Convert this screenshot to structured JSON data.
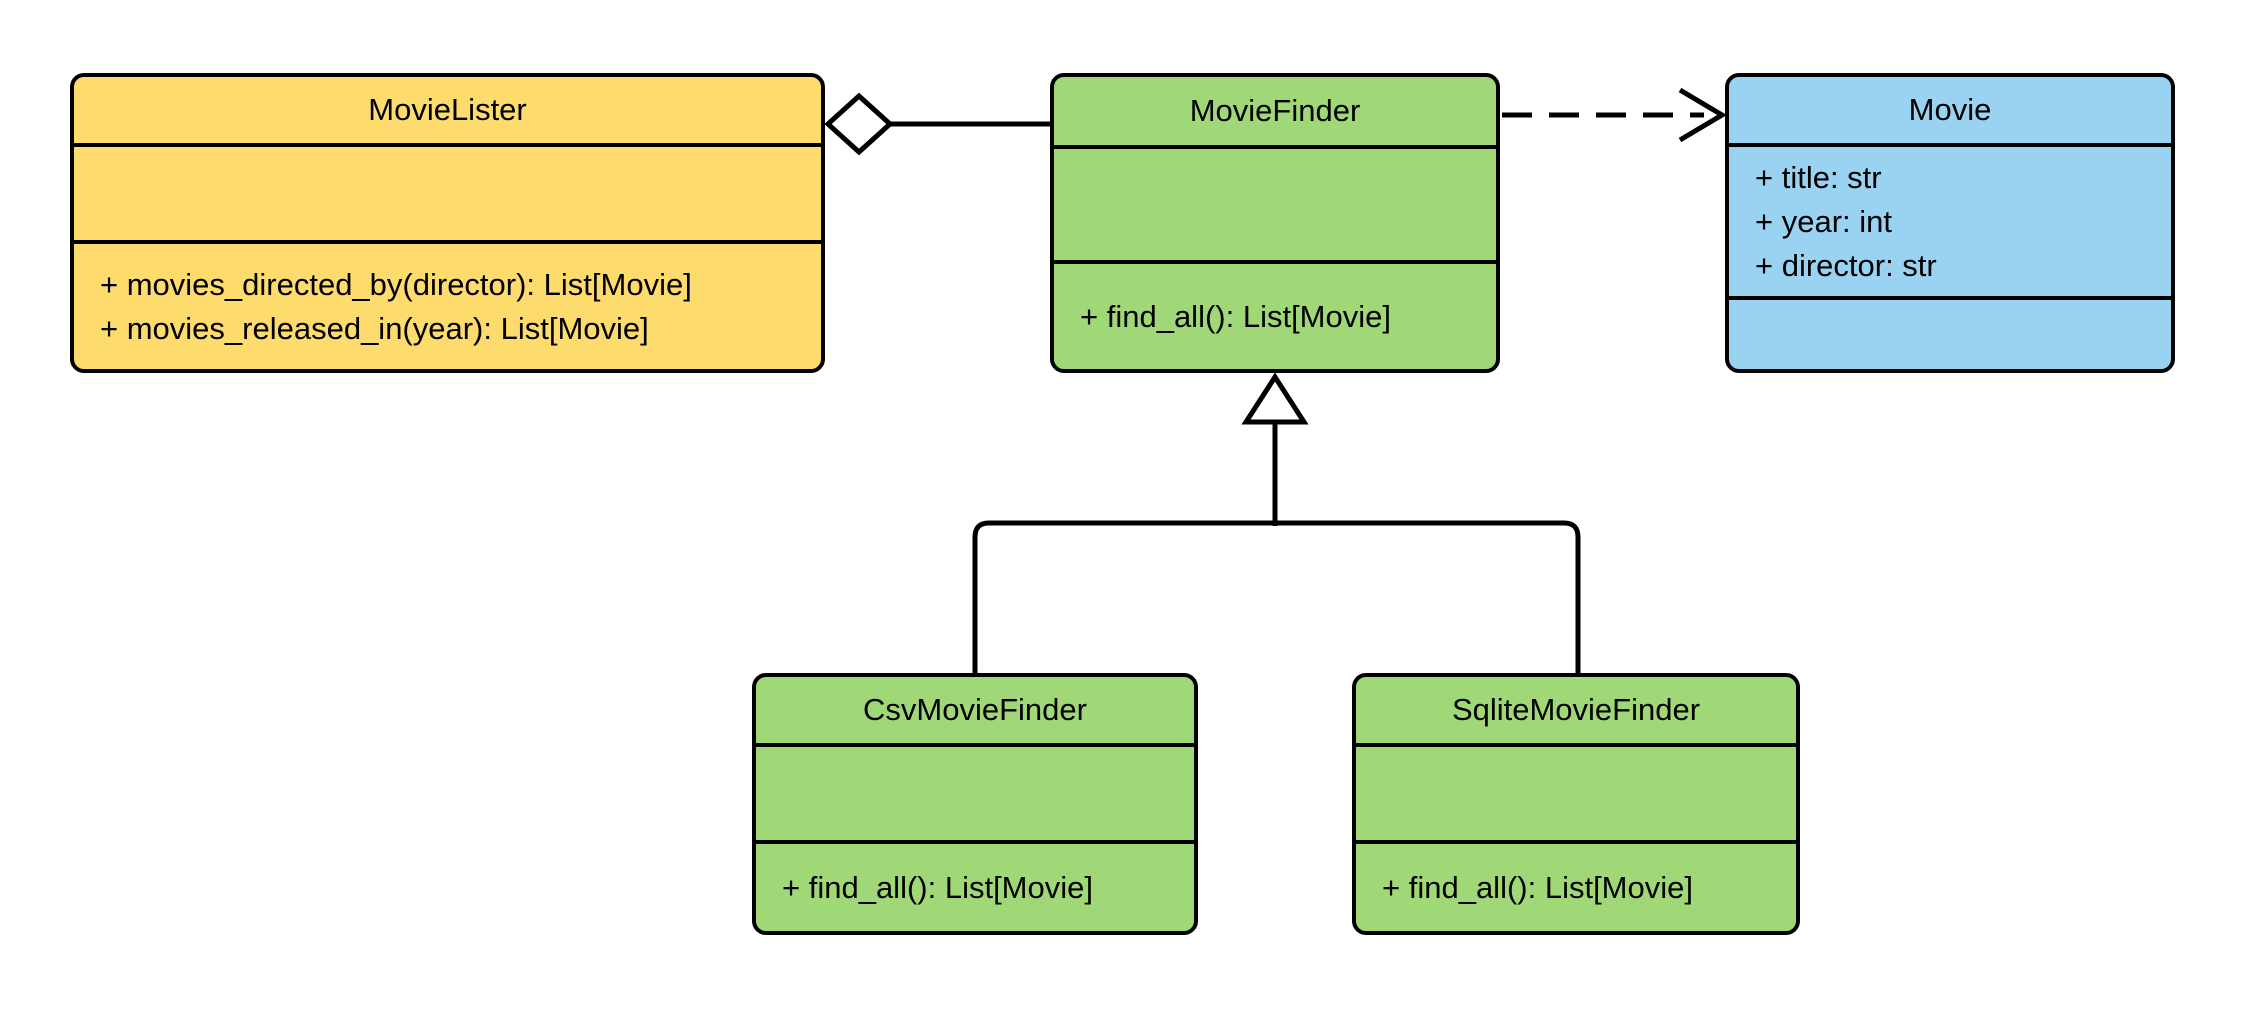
{
  "diagram": {
    "type": "uml-class-diagram",
    "classes": [
      {
        "name": "MovieLister",
        "attributes": [],
        "methods": [
          "+ movies_directed_by(director): List[Movie]",
          "+ movies_released_in(year): List[Movie]"
        ],
        "fill": "#FDDC6D"
      },
      {
        "name": "MovieFinder",
        "attributes": [],
        "methods": [
          "+ find_all(): List[Movie]"
        ],
        "fill": "#A0D877"
      },
      {
        "name": "Movie",
        "attributes": [
          "+ title: str",
          "+ year: int",
          "+ director: str"
        ],
        "methods": [],
        "fill": "#9AD2F2"
      },
      {
        "name": "CsvMovieFinder",
        "attributes": [],
        "methods": [
          "+ find_all(): List[Movie]"
        ],
        "fill": "#A0D877"
      },
      {
        "name": "SqliteMovieFinder",
        "attributes": [],
        "methods": [
          "+ find_all(): List[Movie]"
        ],
        "fill": "#A0D877"
      }
    ],
    "relationships": [
      {
        "type": "aggregation",
        "from": "MovieLister",
        "to": "MovieFinder",
        "line_style": "solid",
        "marker": "hollow-diamond",
        "marker_at": "MovieLister"
      },
      {
        "type": "dependency",
        "from": "MovieFinder",
        "to": "Movie",
        "line_style": "dashed",
        "marker": "open-arrow",
        "marker_at": "Movie"
      },
      {
        "type": "inheritance",
        "from": "CsvMovieFinder",
        "to": "MovieFinder",
        "line_style": "solid",
        "marker": "hollow-triangle",
        "marker_at": "MovieFinder"
      },
      {
        "type": "inheritance",
        "from": "SqliteMovieFinder",
        "to": "MovieFinder",
        "line_style": "solid",
        "marker": "hollow-triangle",
        "marker_at": "MovieFinder"
      }
    ],
    "colors": {
      "class_fill_yellow": "#FDDC6D",
      "class_fill_green": "#A0D877",
      "class_fill_blue": "#9AD2F2",
      "stroke": "#000000",
      "background": "#FFFFFF"
    }
  }
}
